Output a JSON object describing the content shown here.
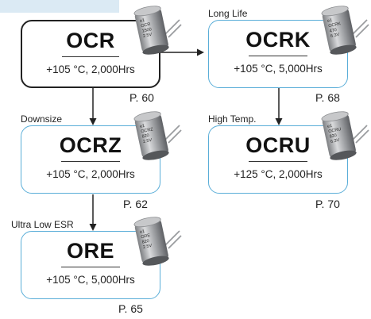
{
  "series": [
    {
      "name": "OCR",
      "spec": "+105 °C, 2,000Hrs",
      "page": "P. 60",
      "can_text": [
        "e1",
        "OCR",
        "1500",
        "2.5V"
      ]
    },
    {
      "name": "OCRK",
      "spec": "+105 °C, 5,000Hrs",
      "page": "P. 68",
      "feature": "Long Life",
      "can_text": [
        "e1",
        "OCRK",
        "470",
        "6.3V"
      ]
    },
    {
      "name": "OCRZ",
      "spec": "+105 °C, 2,000Hrs",
      "page": "P. 62",
      "feature": "Downsize",
      "can_text": [
        "e1",
        "OCRZ",
        "820",
        "2.5V"
      ]
    },
    {
      "name": "OCRU",
      "spec": "+125 °C, 2,000Hrs",
      "page": "P. 70",
      "feature": "High Temp.",
      "can_text": [
        "e1",
        "OCRU",
        "820",
        "6.3V"
      ]
    },
    {
      "name": "ORE",
      "spec": "+105 °C, 5,000Hrs",
      "page": "P. 65",
      "feature": "Ultra Low ESR",
      "can_text": [
        "e1",
        "ORE",
        "820",
        "2.5V"
      ]
    }
  ],
  "colors": {
    "main_border": "#222222",
    "derived_border": "#5aaed8",
    "top_band": "#dbeaf4",
    "arrow": "#222222"
  }
}
